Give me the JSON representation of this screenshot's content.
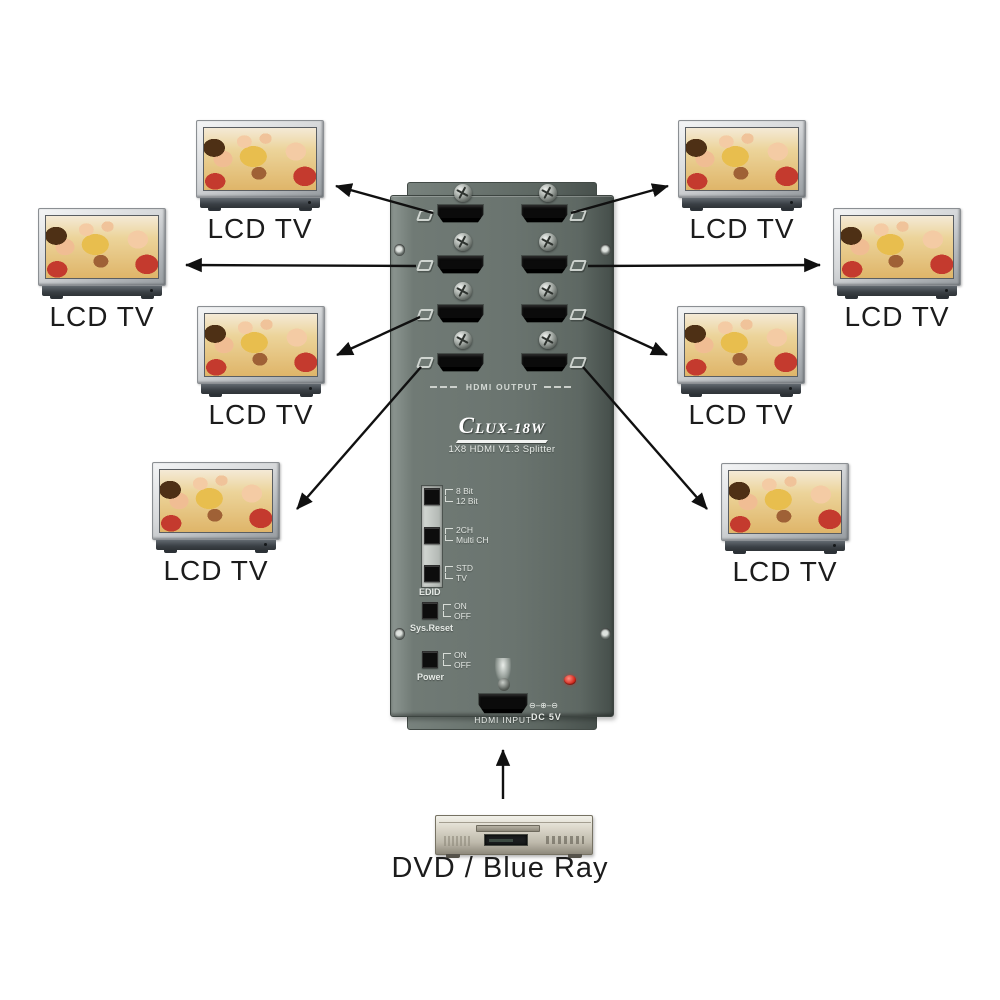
{
  "diagram": {
    "tv_label": "LCD TV",
    "tv_count": 8,
    "source_label": "DVD / Blue Ray"
  },
  "device": {
    "brand_initial": "C",
    "brand_rest": "LUX-18W",
    "model_line": "1X8 HDMI V1.3 Splitter",
    "output_section_label": "HDMI OUTPUT",
    "output_port_count": 8,
    "edid_switches": [
      {
        "top": "8 Bit",
        "bottom": "12 Bit"
      },
      {
        "top": "2CH",
        "bottom": "Multi CH"
      },
      {
        "top": "STD",
        "bottom": "TV"
      }
    ],
    "edid_label": "EDID",
    "sys_reset": {
      "on": "ON",
      "off": "OFF",
      "label": "Sys.Reset"
    },
    "power": {
      "on": "ON",
      "off": "OFF",
      "label": "Power"
    },
    "input_label": "HDMI INPUT",
    "dc_icon": "⊖–⊕–⊖",
    "dc_label": "DC 5V"
  },
  "connections": [
    {
      "from": "splitter-output-1",
      "to": "lcd-tv-top-left"
    },
    {
      "from": "splitter-output-2",
      "to": "lcd-tv-top-right"
    },
    {
      "from": "splitter-output-3",
      "to": "lcd-tv-far-left"
    },
    {
      "from": "splitter-output-4",
      "to": "lcd-tv-far-right"
    },
    {
      "from": "splitter-output-5",
      "to": "lcd-tv-mid-left"
    },
    {
      "from": "splitter-output-6",
      "to": "lcd-tv-mid-right"
    },
    {
      "from": "splitter-output-7",
      "to": "lcd-tv-bottom-left"
    },
    {
      "from": "splitter-output-8",
      "to": "lcd-tv-bottom-right"
    },
    {
      "from": "dvd-blu-ray-player",
      "to": "splitter-hdmi-input"
    }
  ],
  "colors": {
    "device_body": "#6a746f",
    "arrow": "#101010",
    "led": "#d42a1e",
    "background": "#ffffff"
  }
}
